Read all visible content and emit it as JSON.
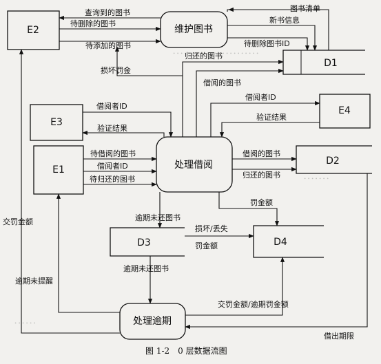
{
  "caption": "图 1-2　0 层数据流图",
  "nodes": {
    "e2": "E2",
    "e3": "E3",
    "e1": "E1",
    "e4": "E4",
    "maintain": "维护图书",
    "borrow": "处理借阅",
    "overdue": "处理逾期",
    "d1": "D1",
    "d2": "D2",
    "d3": "D3",
    "d4": "D4"
  },
  "flows": {
    "queried_books": "查询到的图书",
    "books_to_delete": "待删除的图书",
    "books_to_add": "待添加的图书",
    "book_list": "图书清单",
    "new_book_info": "新书信息",
    "deleted_book_id": "待删除图书ID",
    "returned_books_d1": "归还的图书",
    "damage_fee": "损坏罚金",
    "borrowed_books_d1": "借阅的图书",
    "borrower_id_e4": "借阅者ID",
    "verify_result_e4": "验证结果",
    "borrower_id_e3": "借阅者ID",
    "verify_result_e3": "验证结果",
    "books_to_borrow": "待借阅的图书",
    "borrower_id_e1": "借阅者ID",
    "books_to_return": "待归还的图书",
    "borrowed_books_d2": "借阅的图书",
    "returned_books_d2": "归还的图书",
    "fine_amount": "罚金额",
    "overdue_books_d3": "逾期未还图书",
    "damage_loss_fine": "损坏/丢失\n罚金额",
    "paid_fine": "交罚金额",
    "overdue_reminder": "逾期未提醒",
    "overdue_books_d3b": "逾期未还图书",
    "paid_overdue_fine": "交罚金额/逾期罚金额",
    "due_date": "借出期限"
  }
}
